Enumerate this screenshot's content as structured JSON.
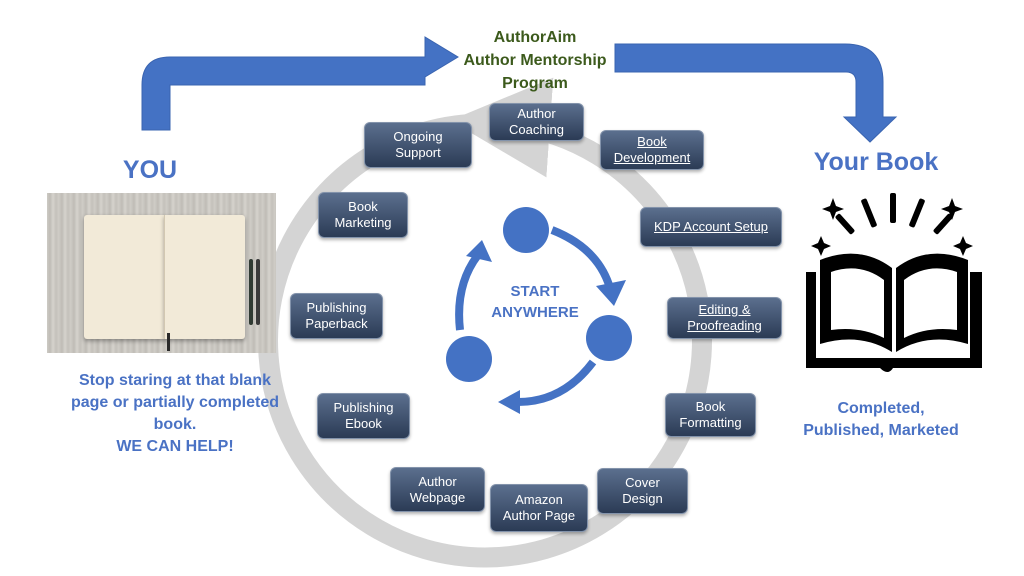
{
  "program_title": {
    "line1": "AuthorAim",
    "line2": "Author Mentorship",
    "line3": "Program"
  },
  "you": {
    "label": "YOU",
    "message_lines": [
      "Stop staring at that blank",
      "page or partially completed",
      "book.",
      "WE CAN HELP!"
    ]
  },
  "your_book": {
    "label": "Your Book",
    "status_lines": [
      "Completed,",
      "Published, Marketed"
    ]
  },
  "center": {
    "line1": "START",
    "line2": "ANYWHERE"
  },
  "steps": [
    {
      "id": "author-coaching",
      "lines": [
        "Author",
        "Coaching"
      ],
      "underlined": false
    },
    {
      "id": "book-development",
      "lines": [
        "Book",
        "Development"
      ],
      "underlined": true
    },
    {
      "id": "kdp-account-setup",
      "lines": [
        "KDP Account Setup"
      ],
      "underlined": true
    },
    {
      "id": "editing-proofreading",
      "lines": [
        "Editing &",
        "Proofreading"
      ],
      "underlined": true
    },
    {
      "id": "book-formatting",
      "lines": [
        "Book",
        "Formatting"
      ],
      "underlined": false
    },
    {
      "id": "cover-design",
      "lines": [
        "Cover",
        "Design"
      ],
      "underlined": false
    },
    {
      "id": "amazon-author-page",
      "lines": [
        "Amazon",
        "Author Page"
      ],
      "underlined": false
    },
    {
      "id": "author-webpage",
      "lines": [
        "Author",
        "Webpage"
      ],
      "underlined": false
    },
    {
      "id": "publishing-ebook",
      "lines": [
        "Publishing",
        "Ebook"
      ],
      "underlined": false
    },
    {
      "id": "publishing-paperback",
      "lines": [
        "Publishing",
        "Paperback"
      ],
      "underlined": false
    },
    {
      "id": "book-marketing",
      "lines": [
        "Book",
        "Marketing"
      ],
      "underlined": false
    },
    {
      "id": "ongoing-support",
      "lines": [
        "Ongoing",
        "Support"
      ],
      "underlined": false
    }
  ],
  "colors": {
    "flow_arrow": "#4472c4",
    "title_text": "#3c5a1c",
    "accent_text": "#4a72c4",
    "cycle_ring": "#d4d4d4",
    "step_box": "#3a4b68"
  },
  "icons": {
    "flow_arrow": "bent-arrow-icon",
    "book": "open-book-icon",
    "cycle": "circular-arrows-icon"
  }
}
